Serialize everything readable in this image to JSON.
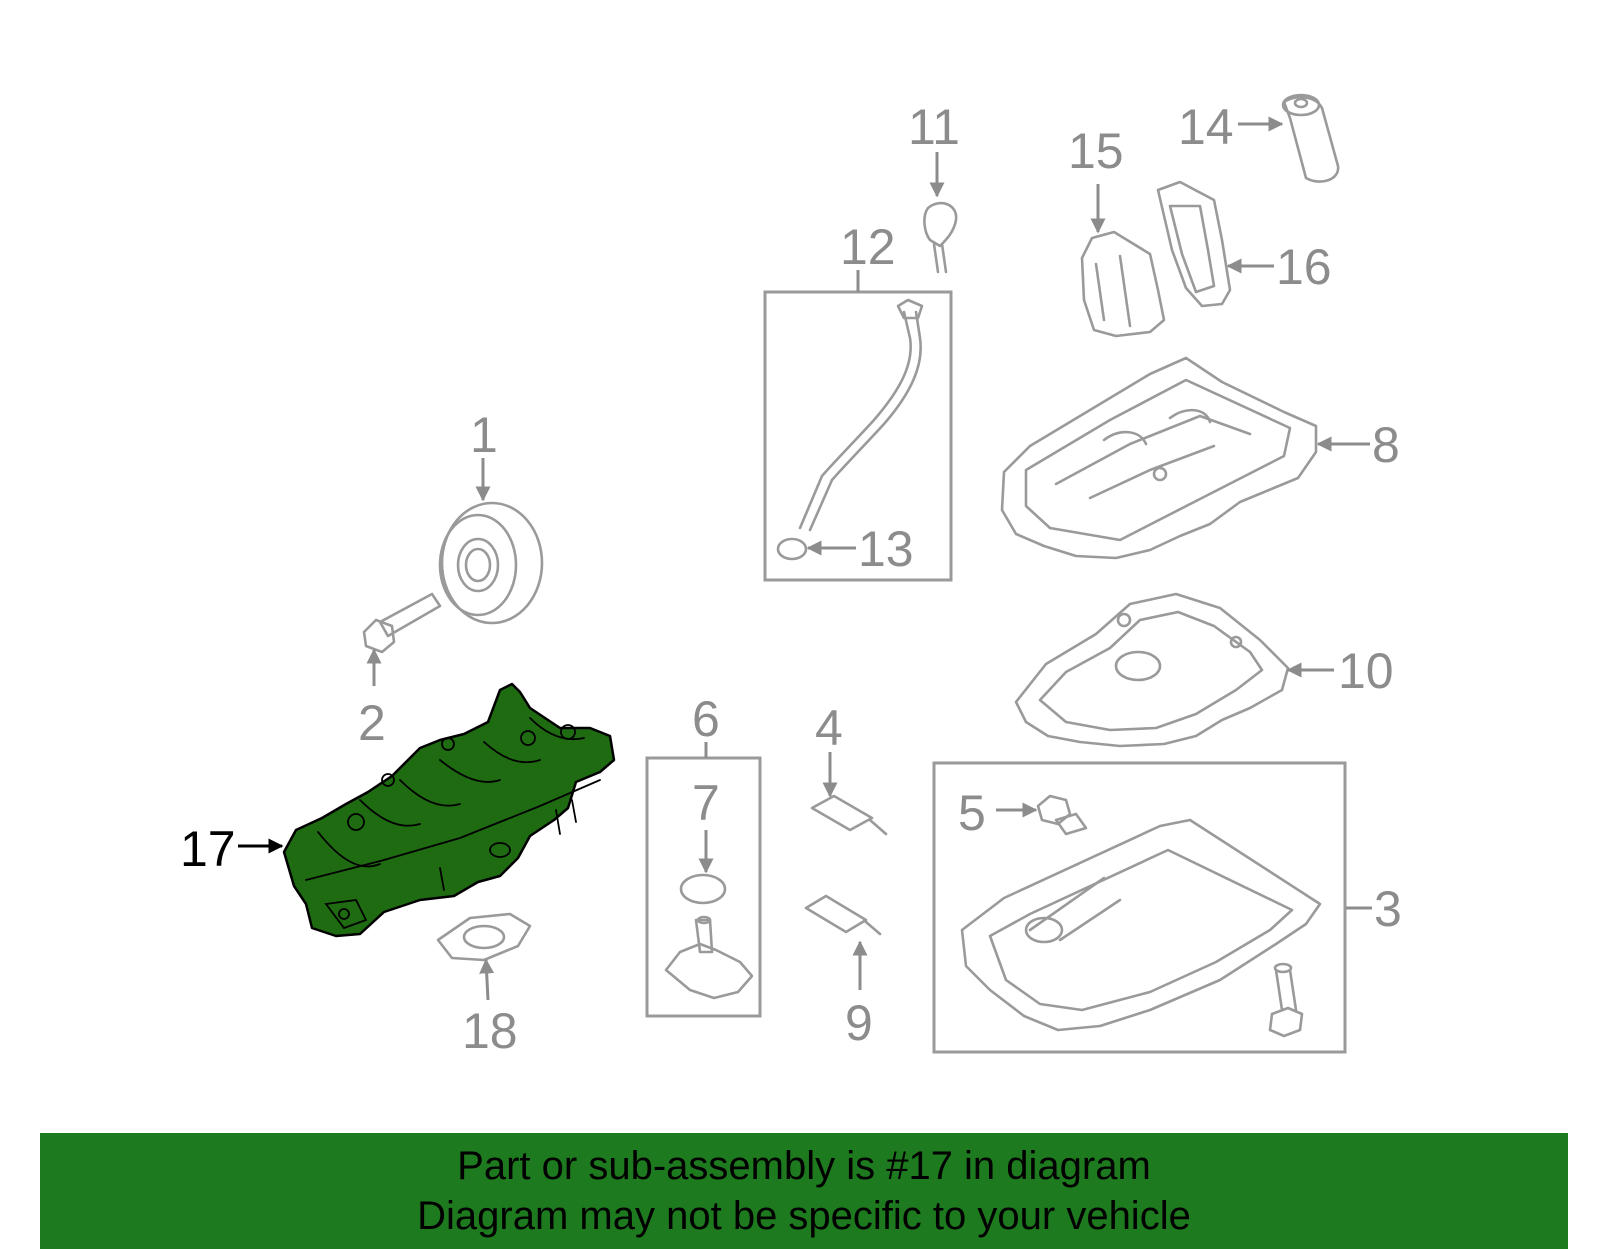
{
  "callouts": {
    "c1": "1",
    "c2": "2",
    "c3": "3",
    "c4": "4",
    "c5": "5",
    "c6": "6",
    "c7": "7",
    "c8": "8",
    "c9": "9",
    "c10": "10",
    "c11": "11",
    "c12": "12",
    "c13": "13",
    "c14": "14",
    "c15": "15",
    "c16": "16",
    "c17": "17",
    "c18": "18"
  },
  "highlight": {
    "part_number": "17",
    "fill_color": "#1e6b12"
  },
  "banner": {
    "line1": "Part or sub-assembly is #17 in diagram",
    "line2": "Diagram may not be specific to your vehicle",
    "background": "#1e7a1e"
  }
}
